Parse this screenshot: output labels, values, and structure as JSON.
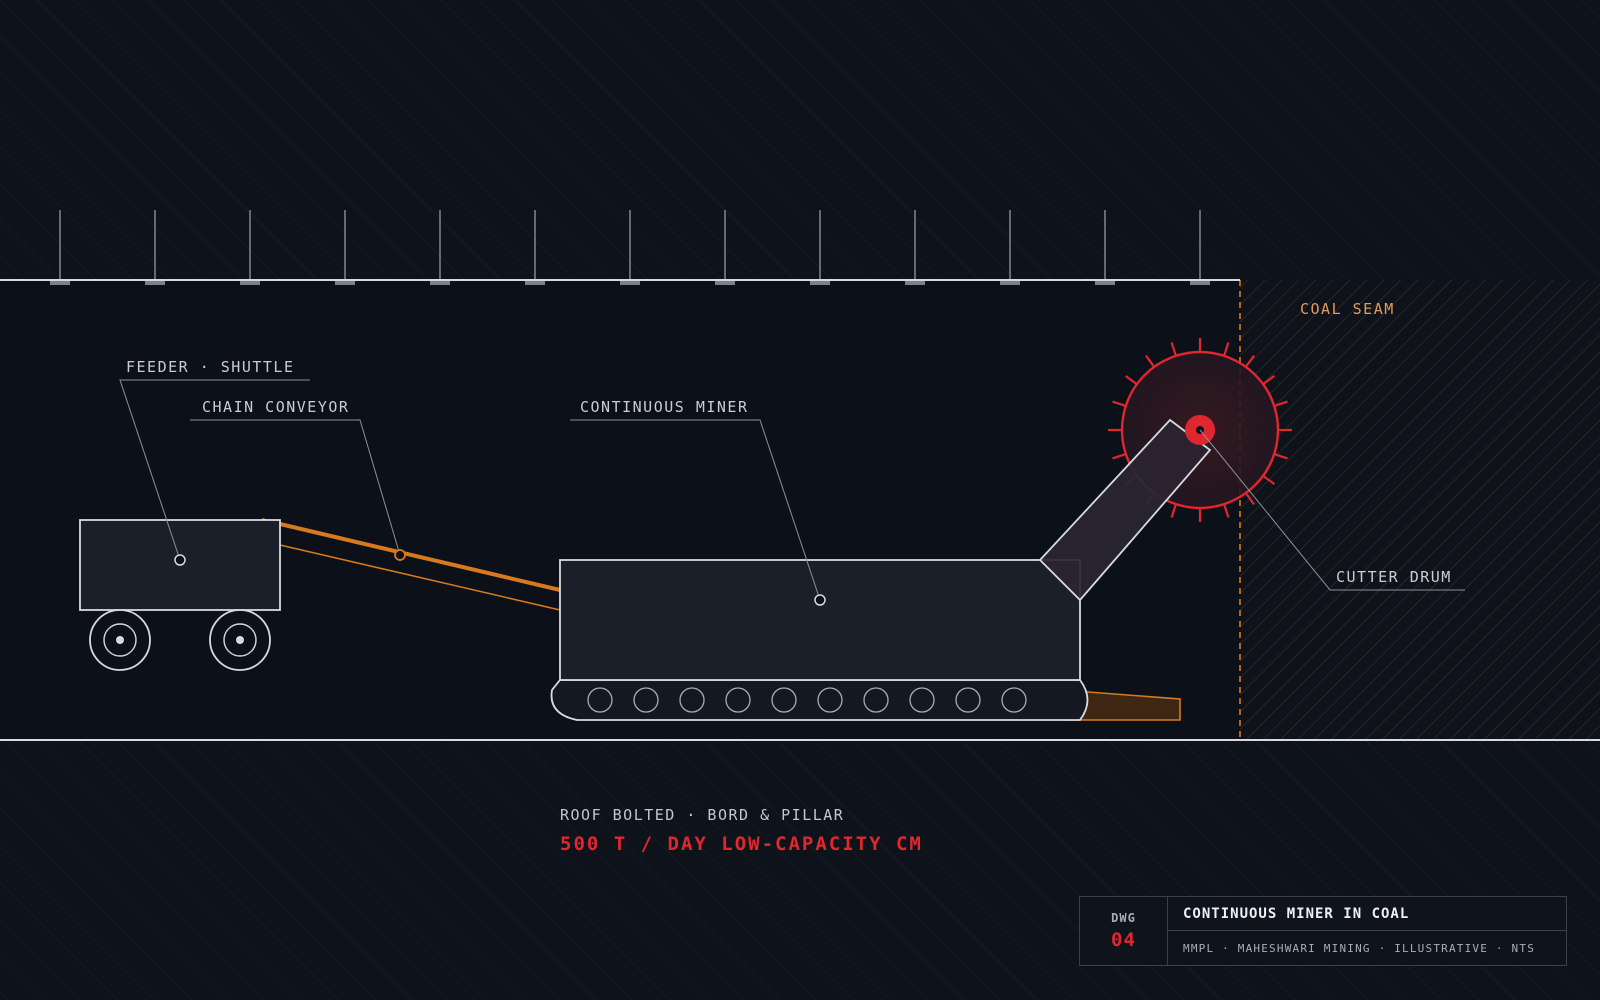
{
  "labels": {
    "feeder": "FEEDER · SHUTTLE",
    "conveyor": "CHAIN CONVEYOR",
    "miner": "CONTINUOUS MINER",
    "drum": "CUTTER DRUM",
    "seam": "COAL SEAM"
  },
  "footer": {
    "subtitle": "ROOF BOLTED · BORD & PILLAR",
    "headline": "500 T / DAY LOW-CAPACITY CM"
  },
  "title_block": {
    "dwg_label": "DWG",
    "dwg_number": "04",
    "title": "CONTINUOUS MINER IN COAL",
    "subtitle": "MMPL · MAHESHWARI MINING · ILLUSTRATIVE · NTS"
  },
  "colors": {
    "accent_red": "#e0262e",
    "conveyor_orange": "#d9791f",
    "seam_orange": "#e49a5b",
    "line_light": "#d7dae0",
    "body_fill": "#1b1f29"
  }
}
